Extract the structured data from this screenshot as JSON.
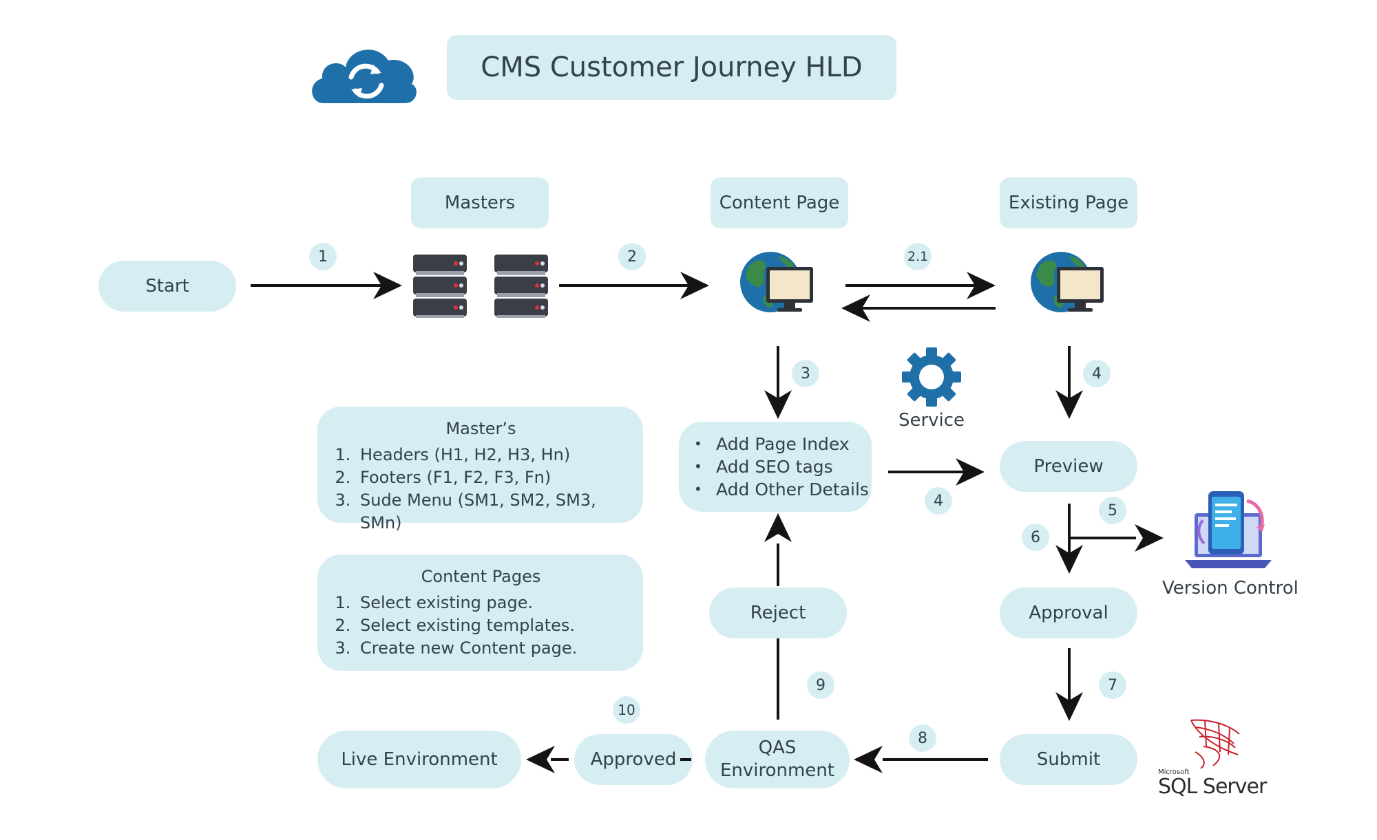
{
  "title": "CMS Customer Journey HLD",
  "nodes": {
    "start": "Start",
    "masters": "Masters",
    "content_page": "Content Page",
    "existing_page": "Existing Page",
    "page_details": [
      "Add Page Index",
      "Add SEO tags",
      "Add Other Details"
    ],
    "preview": "Preview",
    "approval": "Approval",
    "submit": "Submit",
    "reject": "Reject",
    "qas_environment": "QAS\nEnvironment",
    "approved": "Approved",
    "live_environment": "Live Environment"
  },
  "captions": {
    "service": "Service",
    "version_control": "Version Control",
    "sql_server_brand": "SQL Server",
    "sql_server_vendor": "Microsoft"
  },
  "masters_card": {
    "title": "Master’s",
    "items": [
      "Headers (H1, H2, H3, Hn)",
      "Footers (F1, F2, F3, Fn)",
      "Sude Menu (SM1, SM2, SM3, SMn)"
    ]
  },
  "content_pages_card": {
    "title": "Content Pages",
    "items": [
      "Select existing page.",
      "Select existing templates.",
      "Create new Content page."
    ]
  },
  "step_badges": {
    "s1": "1",
    "s2": "2",
    "s2_1": "2.1",
    "s3": "3",
    "s4a": "4",
    "s4b": "4",
    "s5": "5",
    "s6": "6",
    "s7": "7",
    "s8": "8",
    "s9": "9",
    "s10": "10"
  },
  "icons": {
    "cloud": "cloud-sync-icon",
    "servers": "server-rack-icon",
    "globe_monitor": "globe-computer-icon",
    "gear": "gear-icon",
    "version_control": "laptop-phone-sync-icon",
    "sql_server": "sql-server-logo"
  },
  "colors": {
    "box_fill": "#d6eef2",
    "text": "#33424b",
    "arrow": "#141414",
    "accent_blue": "#1f6fa8",
    "server_dark": "#3a3f47",
    "sql_red": "#c8202b"
  }
}
